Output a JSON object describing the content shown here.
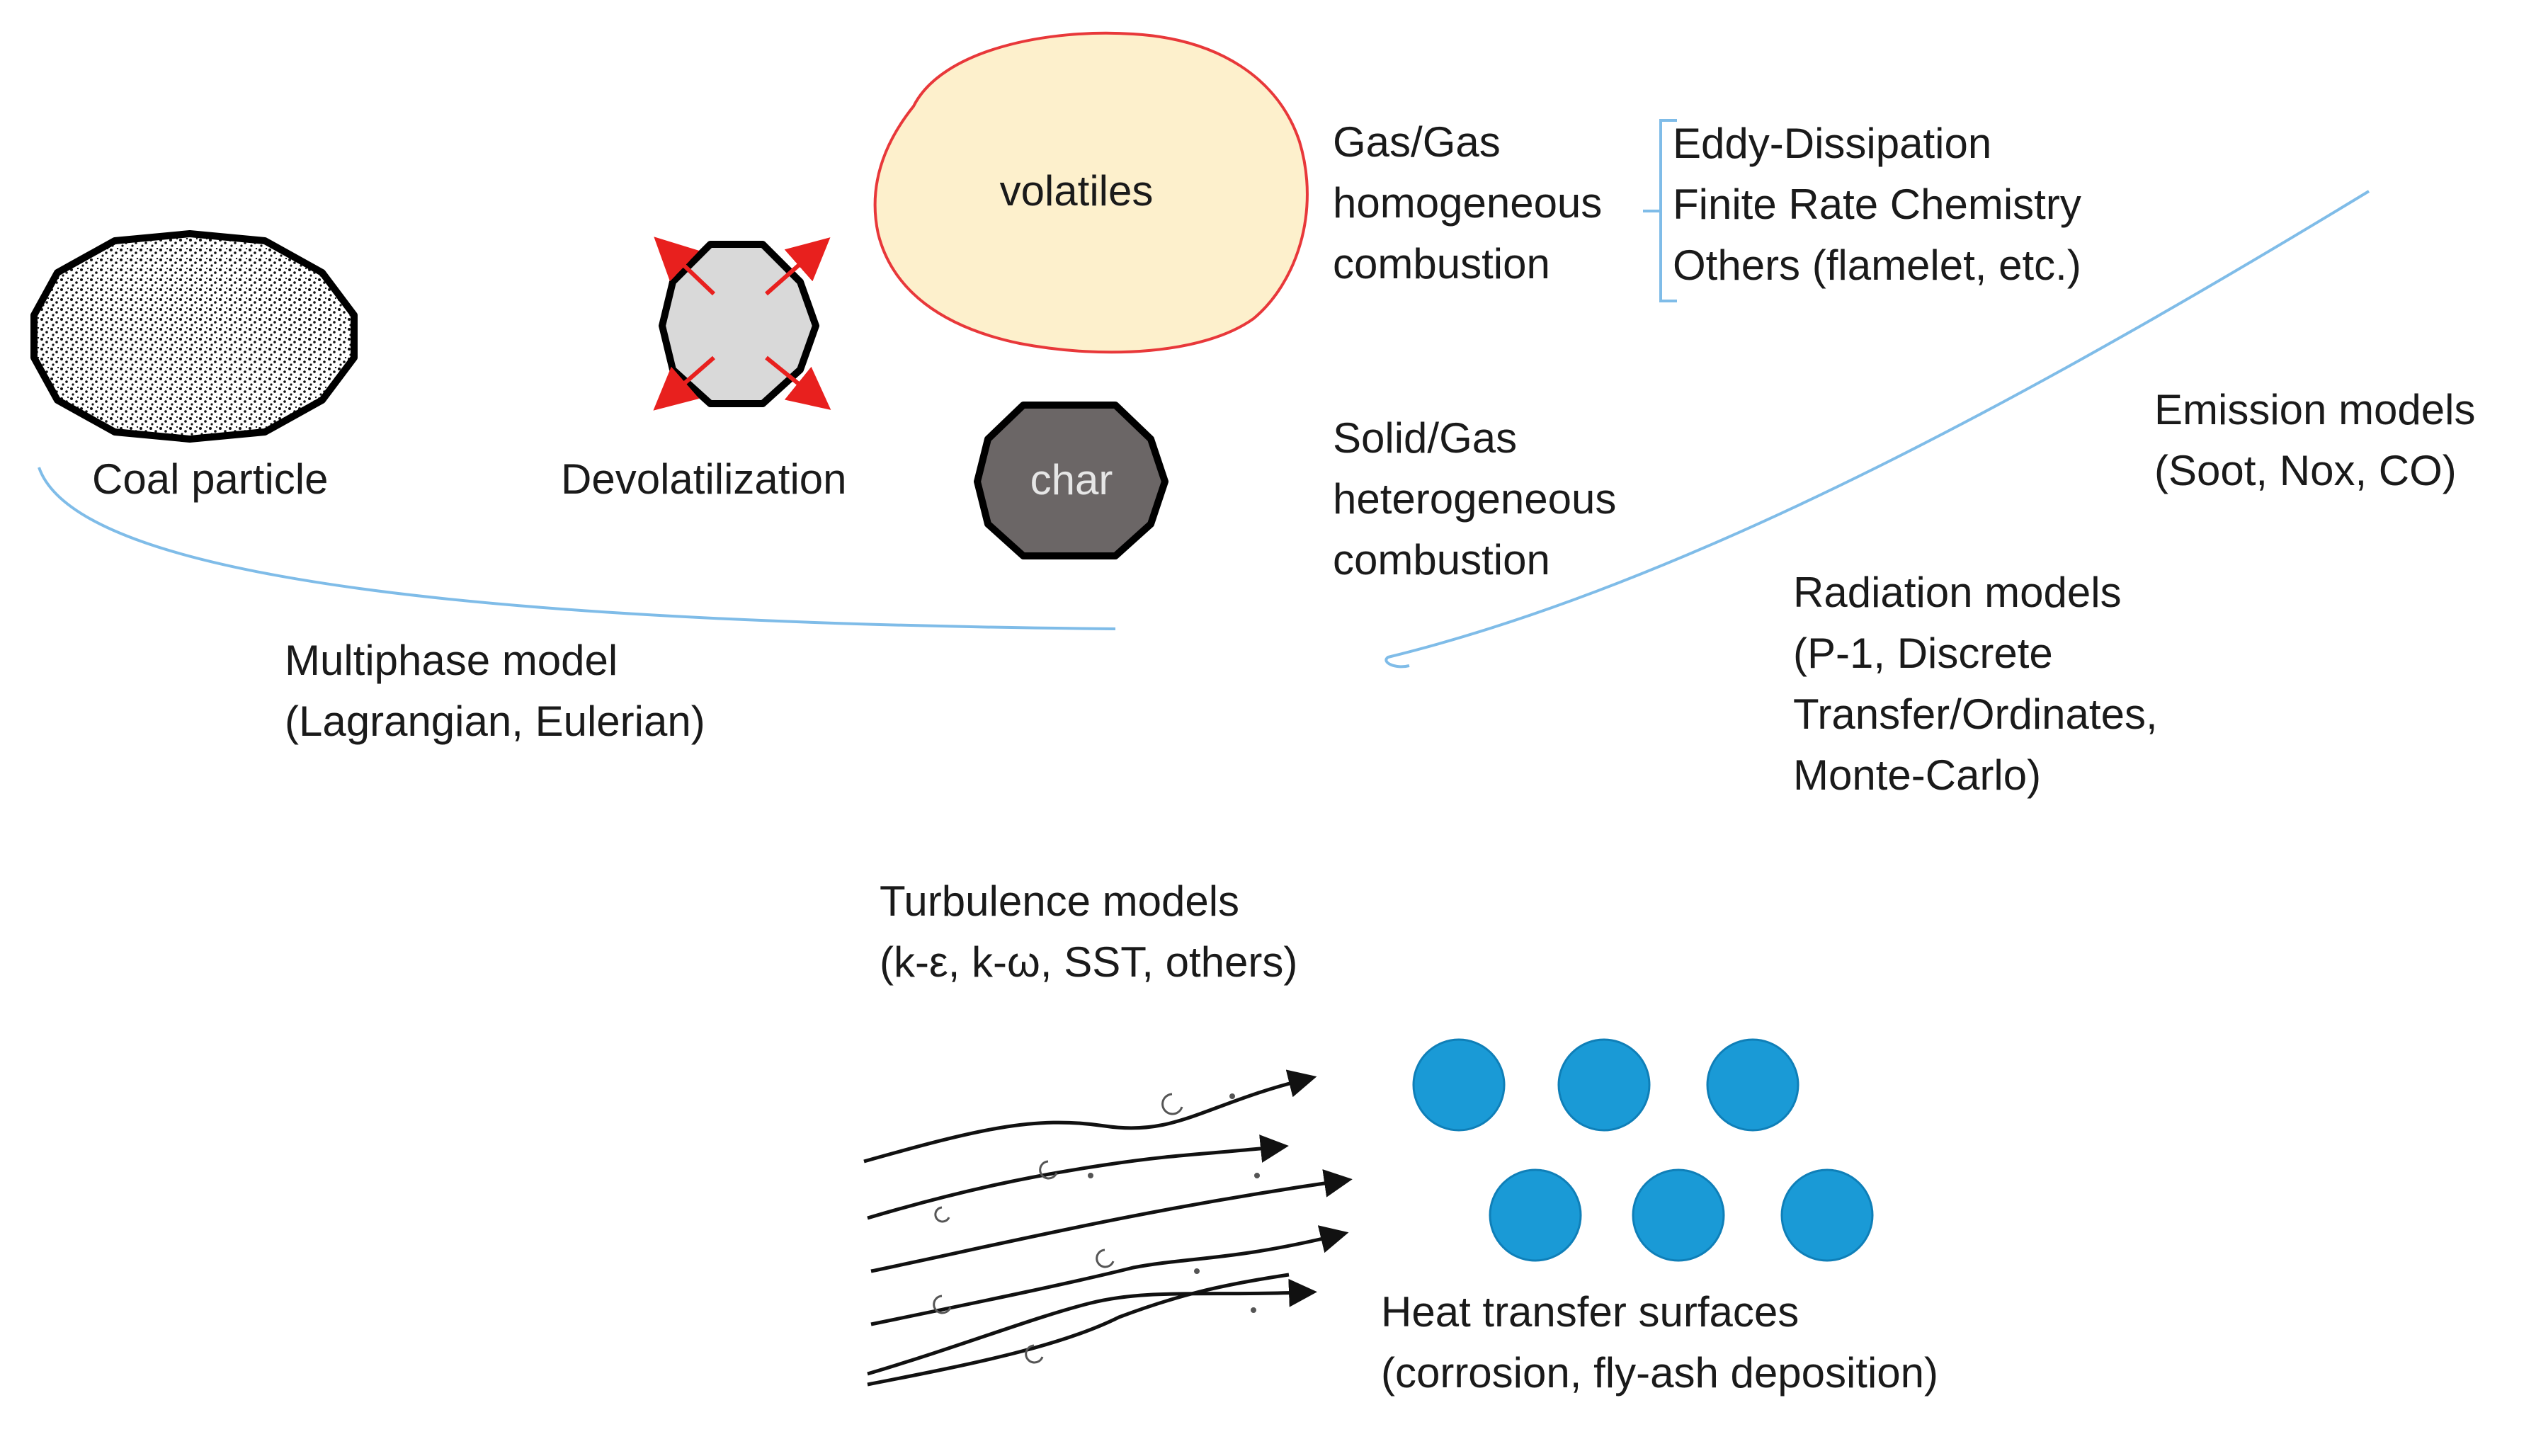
{
  "labels": {
    "volatiles": "volatiles",
    "char": "char",
    "coal_particle": "Coal particle",
    "devolatilization": "Devolatilization",
    "gas_gas": [
      "Gas/Gas",
      "homogeneous",
      "combustion"
    ],
    "gas_models": [
      "Eddy-Dissipation",
      "Finite Rate Chemistry",
      "Others (flamelet, etc.)"
    ],
    "solid_gas": [
      "Solid/Gas",
      "heterogeneous",
      "combustion"
    ],
    "emission": [
      "Emission models",
      "(Soot, Nox, CO)"
    ],
    "radiation": [
      "Radiation models",
      "(P-1, Discrete",
      "Transfer/Ordinates,",
      "Monte-Carlo)"
    ],
    "multiphase": [
      "Multiphase model",
      "(Lagrangian, Eulerian)"
    ],
    "turbulence": [
      "Turbulence models",
      "(k-ε, k-ω, SST, others)"
    ],
    "heat_transfer": [
      "Heat transfer surfaces",
      "(corrosion, fly-ash deposition)"
    ]
  },
  "colors": {
    "volatiles_fill": "#fdf0cc",
    "volatiles_stroke": "#e8383a",
    "particle_fill": "#d9d9d9",
    "char_fill": "#6b6666",
    "char_text": "#e6e6e6",
    "arrow_red": "#e8201e",
    "curve_blue": "#7fbce8",
    "tube_blue": "#1a9ad6"
  }
}
